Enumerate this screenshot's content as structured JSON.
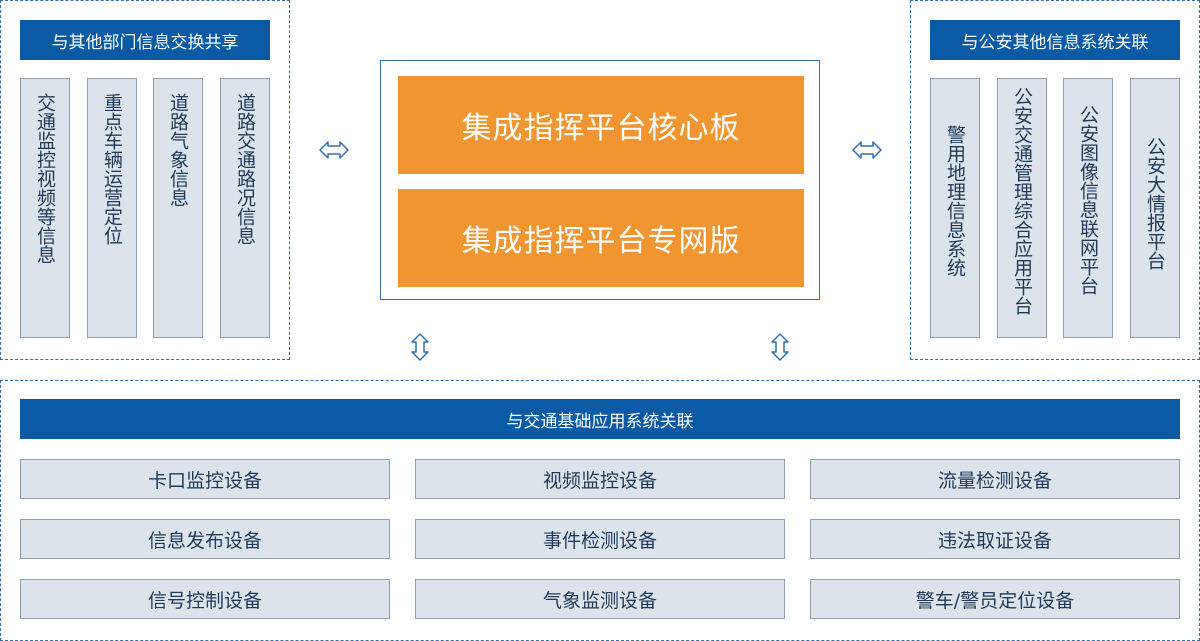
{
  "left_group": {
    "title": "与其他部门信息交换共享",
    "items": [
      "交通监控视频等信息",
      "重点车辆运营定位",
      "道路气象信息",
      "道路交通路况信息"
    ]
  },
  "right_group": {
    "title": "与公安其他信息系统关联",
    "items": [
      "警用地理信息系统",
      "公安交通管理综合应用平台",
      "公安图像信息联网平台",
      "公安大情报平台"
    ]
  },
  "core": {
    "box_1": "集成指挥平台核心板",
    "box_2": "集成指挥平台专网版"
  },
  "bottom_group": {
    "title": "与交通基础应用系统关联",
    "devices": [
      [
        "卡口监控设备",
        "视频监控设备",
        "流量检测设备"
      ],
      [
        "信息发布设备",
        "事件检测设备",
        "违法取证设备"
      ],
      [
        "信号控制设备",
        "气象监测设备",
        "警车/警员定位设备"
      ]
    ]
  },
  "colors": {
    "header_blue": "#0a5aa6",
    "core_orange": "#f0952f",
    "item_gray": "#dde3ea",
    "border_blue": "#2f6fb0"
  }
}
